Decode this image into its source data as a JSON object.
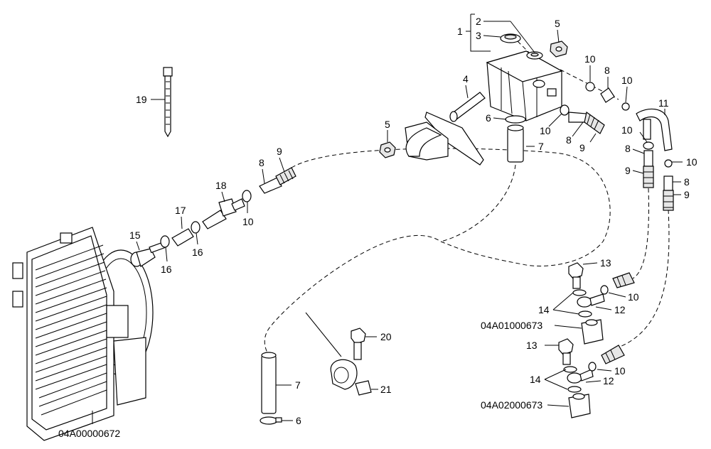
{
  "labels": {
    "l1": "1",
    "l2": "2",
    "l3": "3",
    "l4": "4",
    "l5a": "5",
    "l5b": "5",
    "l6a": "6",
    "l6b": "6",
    "l7a": "7",
    "l7b": "7",
    "l8a": "8",
    "l8b": "8",
    "l8c": "8",
    "l8d": "8",
    "l8e": "8",
    "l9a": "9",
    "l9b": "9",
    "l9c": "9",
    "l9d": "9",
    "l10a": "10",
    "l10b": "10",
    "l10c": "10",
    "l10d": "10",
    "l10e": "10",
    "l10f": "10",
    "l10g": "10",
    "l10h": "10",
    "l11": "11",
    "l12a": "12",
    "l12b": "12",
    "l13a": "13",
    "l13b": "13",
    "l14a": "14",
    "l14b": "14",
    "l15": "15",
    "l16a": "16",
    "l16b": "16",
    "l17": "17",
    "l18": "18",
    "l19": "19",
    "l20": "20",
    "l21": "21"
  },
  "codes": {
    "radiator": "04A00000672",
    "tee_upper": "04A01000673",
    "tee_lower": "04A02000673"
  }
}
